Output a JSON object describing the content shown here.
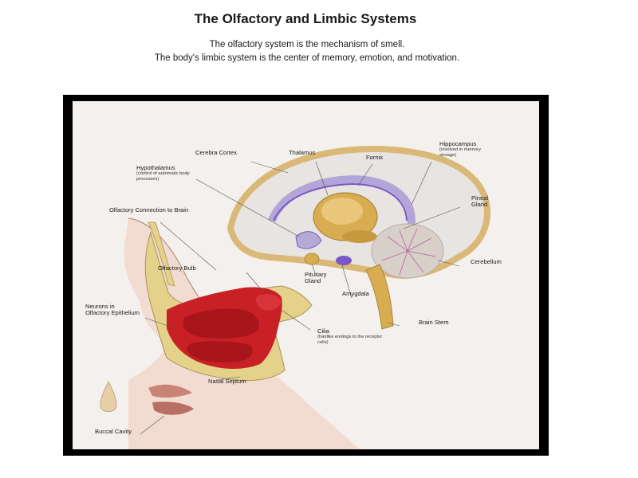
{
  "header": {
    "title": "The Olfactory and Limbic Systems",
    "subtitle_line1": "The olfactory system is the mechanism of smell.",
    "subtitle_line2": "The body's limbic system is the center of memory, emotion, and motivation."
  },
  "diagram": {
    "labels": {
      "cerebra_cortex": "Cerebra Cortex",
      "thalamus": "Thalamus",
      "fornix": "Fornix",
      "hippocampus": "Hippocampus",
      "hippocampus_note": "(involved in memory storage)",
      "hypothalamus": "Hypothalamus",
      "hypothalamus_note": "(control of automatic body processes)",
      "olfactory_connection": "Olfactory Connection to Brain",
      "pineal_gland": "Pineal Gland",
      "cerebellum": "Cerebellum",
      "olfactory_bulb": "Olfactory Bulb",
      "pituitary_gland": "Pituitary Gland",
      "amygdala": "Amygdala",
      "neurons": "Neurons in Olfactory Epithelium",
      "brain_stem": "Brain Stem",
      "cilia": "Cilia",
      "cilia_note": "(hairlike endings to the receptor cells)",
      "nasal_septum": "Nasal Septum",
      "buccal_cavity": "Buccal Cavity"
    },
    "colors": {
      "frame": "#000000",
      "background": "#f4f0ee",
      "brain_outline": "#d9b878",
      "cortex_fill": "#e7e4e1",
      "thalamus": "#d8ad52",
      "limbic_accent": "#7a56c8",
      "nasal_cavity": "#c82025",
      "cartilage": "#e5d28a",
      "skin": "#f2dcd2"
    }
  }
}
